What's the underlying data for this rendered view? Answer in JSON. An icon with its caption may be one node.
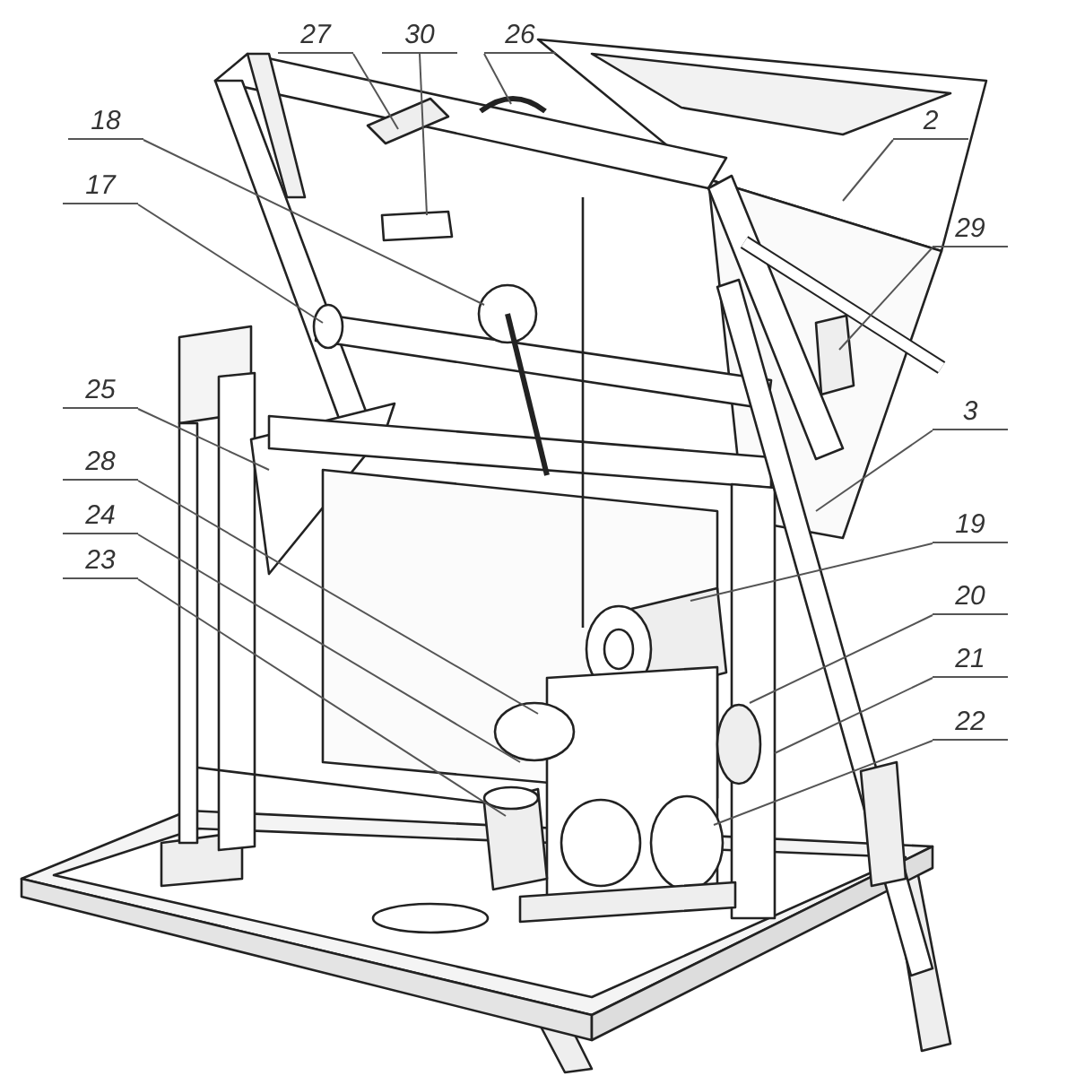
{
  "diagram": {
    "nodes": [
      {
        "text": [
          "27"
        ]
      },
      {
        "text": [
          "30"
        ]
      },
      {
        "text": [
          "26"
        ]
      },
      {
        "text": [
          "18"
        ]
      },
      {
        "text": [
          "2"
        ]
      },
      {
        "text": [
          "17"
        ]
      },
      {
        "text": [
          "29"
        ]
      },
      {
        "text": [
          "25"
        ]
      },
      {
        "text": [
          "3"
        ]
      },
      {
        "text": [
          "28"
        ]
      },
      {
        "text": [
          "24"
        ]
      },
      {
        "text": [
          "19"
        ]
      },
      {
        "text": [
          "23"
        ]
      },
      {
        "text": [
          "20"
        ]
      },
      {
        "text": [
          "21"
        ]
      },
      {
        "text": [
          "22"
        ]
      }
    ],
    "edges": [
      {
        "from": 0,
        "to": null,
        "arrow": "none"
      },
      {
        "from": 1,
        "to": null,
        "arrow": "none"
      },
      {
        "from": 2,
        "to": null,
        "arrow": "none"
      },
      {
        "from": 3,
        "to": null,
        "arrow": "none"
      },
      {
        "from": 4,
        "to": null,
        "arrow": "none"
      },
      {
        "from": 5,
        "to": null,
        "arrow": "none"
      },
      {
        "from": 6,
        "to": null,
        "arrow": "none"
      },
      {
        "from": 7,
        "to": null,
        "arrow": "none"
      },
      {
        "from": 8,
        "to": null,
        "arrow": "none"
      },
      {
        "from": 9,
        "to": null,
        "arrow": "none"
      },
      {
        "from": 10,
        "to": null,
        "arrow": "none"
      },
      {
        "from": 11,
        "to": null,
        "arrow": "none"
      },
      {
        "from": 12,
        "to": null,
        "arrow": "none"
      },
      {
        "from": 13,
        "to": null,
        "arrow": "none"
      },
      {
        "from": 14,
        "to": null,
        "arrow": "none"
      },
      {
        "from": 15,
        "to": null,
        "arrow": "none"
      }
    ]
  }
}
